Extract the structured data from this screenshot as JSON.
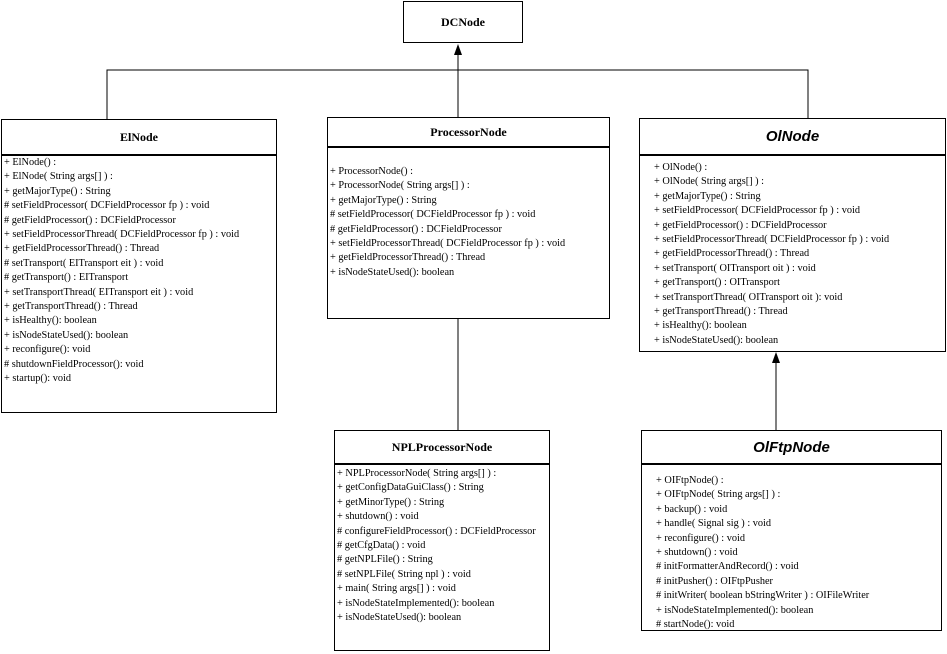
{
  "classes": {
    "dcnode": {
      "name": "DCNode",
      "members": []
    },
    "elnode": {
      "name": "ElNode",
      "members": [
        "+ ElNode() :",
        "+ ElNode( String args[] ) :",
        "+ getMajorType() : String",
        "# setFieldProcessor( DCFieldProcessor fp ) : void",
        "# getFieldProcessor() : DCFieldProcessor",
        "+ setFieldProcessorThread( DCFieldProcessor fp ) : void",
        "+ getFieldProcessorThread() : Thread",
        "# setTransport( EITransport eit ) : void",
        "# getTransport() : EITransport",
        "+ setTransportThread( EITransport eit ) : void",
        "+ getTransportThread() : Thread",
        "+ isHealthy(): boolean",
        "+ isNodeStateUsed(): boolean",
        "+ reconfigure(): void",
        "# shutdownFieldProcessor(): void",
        "+ startup(): void"
      ]
    },
    "processornode": {
      "name": "ProcessorNode",
      "members": [
        "+ ProcessorNode() :",
        "+ ProcessorNode( String args[] ) :",
        "+ getMajorType() : String",
        "# setFieldProcessor( DCFieldProcessor fp ) : void",
        "# getFieldProcessor() : DCFieldProcessor",
        "+ setFieldProcessorThread( DCFieldProcessor fp ) : void",
        "+ getFieldProcessorThread() : Thread",
        "+ isNodeStateUsed(): boolean"
      ]
    },
    "olnode": {
      "name": "OlNode",
      "members": [
        "+ OlNode() :",
        "+ OlNode( String args[] ) :",
        "+ getMajorType() : String",
        "+ setFieldProcessor( DCFieldProcessor fp ) : void",
        "+ getFieldProcessor() : DCFieldProcessor",
        "+ setFieldProcessorThread( DCFieldProcessor fp ) : void",
        "+ getFieldProcessorThread() : Thread",
        "+ setTransport( OITransport oit ) : void",
        "+ getTransport() : OITransport",
        "+ setTransportThread( OITransport oit ): void",
        "+ getTransportThread() : Thread",
        "+ isHealthy(): boolean",
        "+ isNodeStateUsed(): boolean"
      ]
    },
    "nplprocessornode": {
      "name": "NPLProcessorNode",
      "members": [
        "+ NPLProcessorNode( String args[] ) :",
        "+ getConfigDataGuiClass() : String",
        "+ getMinorType() : String",
        "+ shutdown() : void",
        "# configureFieldProcessor() : DCFieldProcessor",
        "# getCfgData() : void",
        "# getNPLFile() : String",
        "# setNPLFile( String npl ) : void",
        "+ main( String args[] ) : void",
        "+ isNodeStateImplemented(): boolean",
        "+ isNodeStateUsed(): boolean"
      ]
    },
    "olftpnode": {
      "name": "OlFtpNode",
      "members": [
        "+ OIFtpNode() :",
        "+ OIFtpNode( String args[] ) :",
        "+ backup() : void",
        "+ handle( Signal sig ) : void",
        "+ reconfigure() : void",
        "+ shutdown() : void",
        "# initFormatterAndRecord() : void",
        "# initPusher() : OIFtpPusher",
        "# initWriter( boolean bStringWriter ) : OIFileWriter",
        "+ isNodeStateImplemented(): boolean",
        "# startNode(): void"
      ]
    }
  },
  "relations": [
    {
      "from": "elnode",
      "to": "dcnode",
      "kind": "generalization"
    },
    {
      "from": "processornode",
      "to": "dcnode",
      "kind": "generalization"
    },
    {
      "from": "olnode",
      "to": "dcnode",
      "kind": "generalization"
    },
    {
      "from": "nplprocessornode",
      "to": "processornode",
      "kind": "generalization"
    },
    {
      "from": "olftpnode",
      "to": "olnode",
      "kind": "generalization"
    }
  ]
}
